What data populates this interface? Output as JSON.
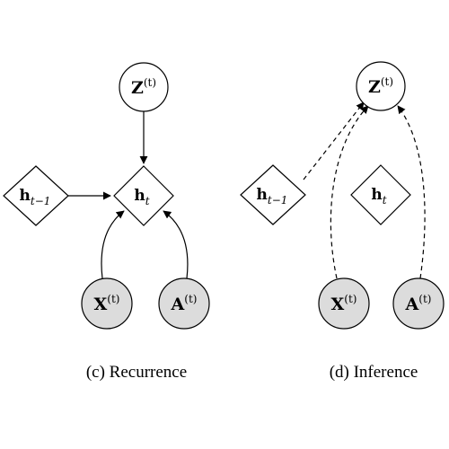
{
  "panels": {
    "recurrence": {
      "caption": "(c) Recurrence",
      "nodes": {
        "z": {
          "symbol": "Z",
          "superscript": "(t)"
        },
        "h_prev": {
          "symbol": "h",
          "subscript": "t−1"
        },
        "h_t": {
          "symbol": "h",
          "subscript": "t"
        },
        "x": {
          "symbol": "X",
          "superscript": "(t)"
        },
        "a": {
          "symbol": "A",
          "superscript": "(t)"
        }
      }
    },
    "inference": {
      "caption": "(d) Inference",
      "nodes": {
        "z": {
          "symbol": "Z",
          "superscript": "(t)"
        },
        "h_prev": {
          "symbol": "h",
          "subscript": "t−1"
        },
        "h_t": {
          "symbol": "h",
          "subscript": "t"
        },
        "x": {
          "symbol": "X",
          "superscript": "(t)"
        },
        "a": {
          "symbol": "A",
          "superscript": "(t)"
        }
      }
    }
  },
  "colors": {
    "observed_fill": "#dcdcdc",
    "latent_fill": "#ffffff",
    "stroke": "#000000"
  }
}
